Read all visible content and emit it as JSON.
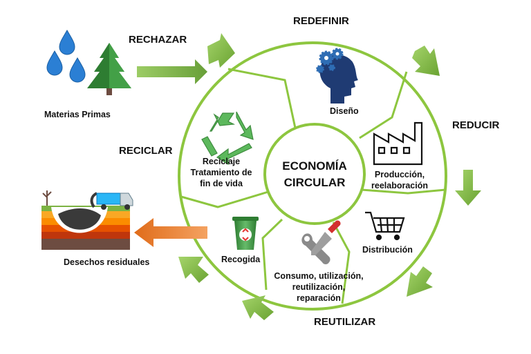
{
  "stages": {
    "rechazar": "RECHAZAR",
    "redefinir": "REDEFINIR",
    "reducir": "REDUCIR",
    "reutilizar": "REUTILIZAR",
    "reciclar": "RECICLAR"
  },
  "center": {
    "line1": "ECONOMÍA",
    "line2": "CIRCULAR"
  },
  "segments": {
    "diseno": "Diseño",
    "produccion_1": "Producción,",
    "produccion_2": "reelaboración",
    "distribucion": "Distribución",
    "consumo_1": "Consumo, utilización,",
    "consumo_2": "reutilización,",
    "consumo_3": "reparación",
    "recogida": "Recogida",
    "reciclaje_1": "Reciclaje",
    "reciclaje_2": "Tratamiento de",
    "reciclaje_3": "fin de vida"
  },
  "external": {
    "materias_primas": "Materias Primas",
    "desechos": "Desechos residuales"
  },
  "icons": {
    "water": "water-drops-icon",
    "tree": "pine-tree-icon",
    "head": "head-gears-icon",
    "factory": "factory-icon",
    "cart": "shopping-cart-icon",
    "tools": "wrench-screwdriver-icon",
    "bin": "recycling-bin-icon",
    "recycle": "recycle-icon",
    "landfill": "landfill-truck-icon"
  },
  "colors": {
    "ring": "#8dc63f",
    "arrow_green": "#7cb342",
    "arrow_orange": "#ed7d31",
    "head": "#1f3b73",
    "gear": "#2e6db4",
    "water": "#2b7fd4",
    "tree": "#2e7d32",
    "bin": "#4caf50"
  }
}
